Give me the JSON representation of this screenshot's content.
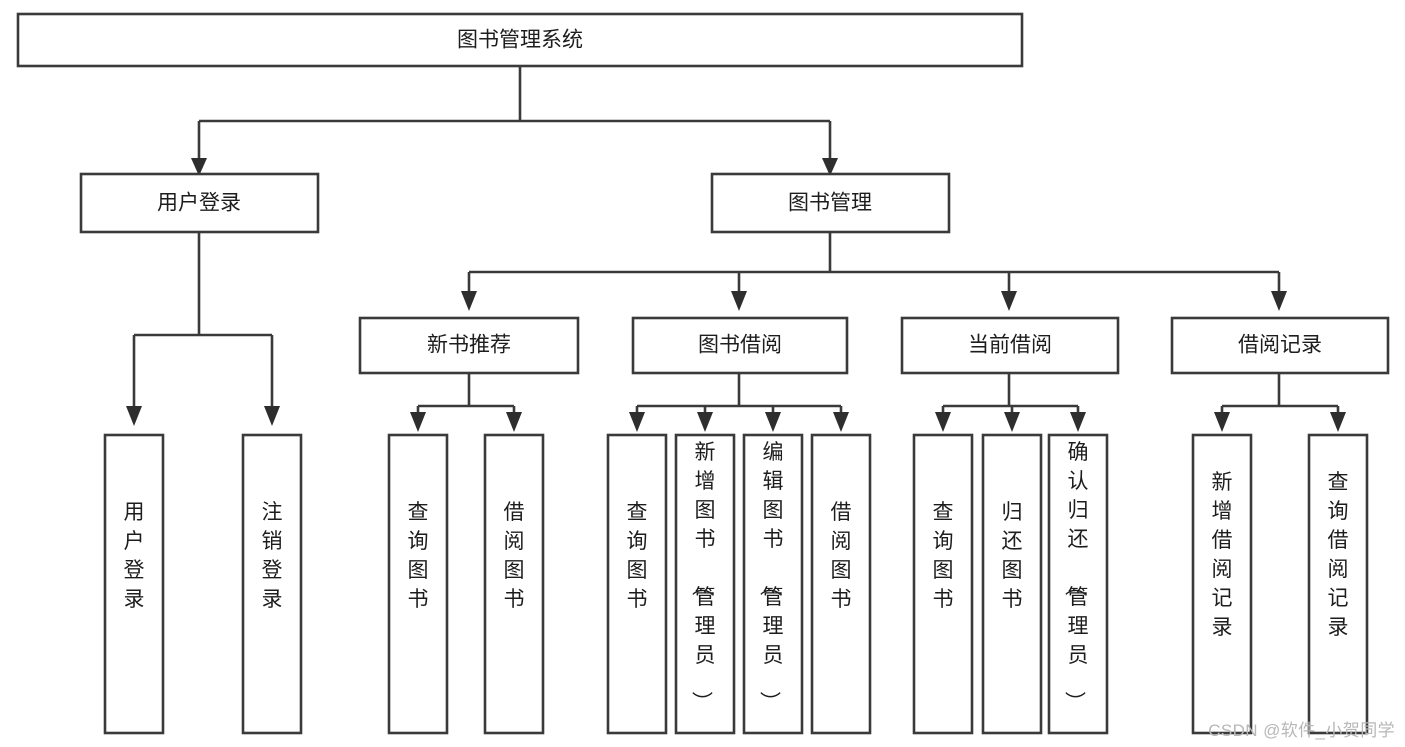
{
  "diagram": {
    "title": "图书管理系统",
    "type": "tree",
    "orientation": "top-down",
    "style": {
      "background": "#ffffff",
      "box_fill": "#ffffff",
      "box_stroke": "#3a3a3a",
      "text_color": "#1d1d1d",
      "connector_color": "#3a3a3a",
      "watermark_color": "#b7b7b7"
    },
    "nodes": {
      "root": {
        "label": "图书管理系统",
        "level": 1,
        "text_direction": "horizontal"
      },
      "l2": [
        {
          "id": "user-login",
          "label": "用户登录",
          "level": 2,
          "text_direction": "horizontal"
        },
        {
          "id": "book-manage",
          "label": "图书管理",
          "level": 2,
          "text_direction": "horizontal"
        }
      ],
      "l3": [
        {
          "id": "new-book-recommend",
          "label": "新书推荐",
          "level": 3,
          "text_direction": "horizontal",
          "parent": "book-manage"
        },
        {
          "id": "book-borrow",
          "label": "图书借阅",
          "level": 3,
          "text_direction": "horizontal",
          "parent": "book-manage"
        },
        {
          "id": "current-borrow",
          "label": "当前借阅",
          "level": 3,
          "text_direction": "horizontal",
          "parent": "book-manage"
        },
        {
          "id": "borrow-record",
          "label": "借阅记录",
          "level": 3,
          "text_direction": "horizontal",
          "parent": "book-manage"
        }
      ],
      "leaves": [
        {
          "id": "leaf-user-login",
          "label": "用户登录",
          "parent": "user-login",
          "text_direction": "vertical"
        },
        {
          "id": "leaf-logout-login",
          "label": "注销登录",
          "parent": "user-login",
          "text_direction": "vertical"
        },
        {
          "id": "leaf-query-book-1",
          "label": "查询图书",
          "parent": "new-book-recommend",
          "text_direction": "vertical"
        },
        {
          "id": "leaf-borrow-book-1",
          "label": "借阅图书",
          "parent": "new-book-recommend",
          "text_direction": "vertical"
        },
        {
          "id": "leaf-query-book-2",
          "label": "查询图书",
          "parent": "book-borrow",
          "text_direction": "vertical"
        },
        {
          "id": "leaf-add-book-admin",
          "label": "新增图书（管理员）",
          "parent": "book-borrow",
          "text_direction": "vertical"
        },
        {
          "id": "leaf-edit-book-admin",
          "label": "编辑图书（管理员）",
          "parent": "book-borrow",
          "text_direction": "vertical"
        },
        {
          "id": "leaf-borrow-book-2",
          "label": "借阅图书",
          "parent": "book-borrow",
          "text_direction": "vertical"
        },
        {
          "id": "leaf-query-book-3",
          "label": "查询图书",
          "parent": "current-borrow",
          "text_direction": "vertical"
        },
        {
          "id": "leaf-return-book",
          "label": "归还图书",
          "parent": "current-borrow",
          "text_direction": "vertical"
        },
        {
          "id": "leaf-confirm-return-admin",
          "label": "确认归还（管理员）",
          "parent": "current-borrow",
          "text_direction": "vertical"
        },
        {
          "id": "leaf-add-borrow-record",
          "label": "新增借阅记录",
          "parent": "borrow-record",
          "text_direction": "vertical"
        },
        {
          "id": "leaf-query-borrow-record",
          "label": "查询借阅记录",
          "parent": "borrow-record",
          "text_direction": "vertical"
        }
      ]
    },
    "watermark": "CSDN @软件_小贺同学"
  }
}
